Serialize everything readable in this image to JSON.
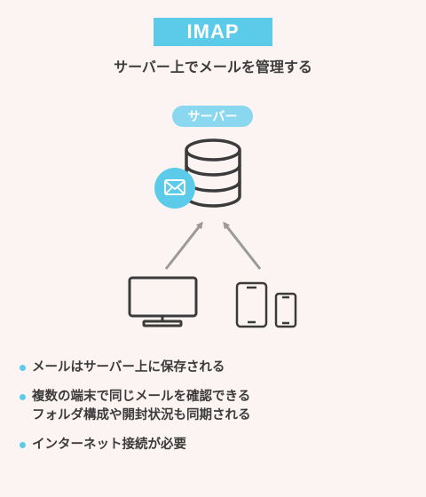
{
  "title": "IMAP",
  "subtitle": "サーバー上でメールを管理する",
  "server_label": "サーバー",
  "icons": {
    "server": "database-icon",
    "mail": "envelope-icon",
    "desktop": "monitor-icon",
    "phones": "smartphone-icon"
  },
  "colors": {
    "accent": "#5ccbe9",
    "label_bg": "#8ad8ef",
    "background": "#fcf4f3",
    "ink": "#3b3b3b",
    "arrow": "#9a9a9a"
  },
  "bullets": [
    {
      "lines": [
        "メールはサーバー上に保存される"
      ]
    },
    {
      "lines": [
        "複数の端末で同じメールを確認できる",
        "フォルダ構成や開封状況も同期される"
      ]
    },
    {
      "lines": [
        "インターネット接続が必要"
      ]
    }
  ]
}
